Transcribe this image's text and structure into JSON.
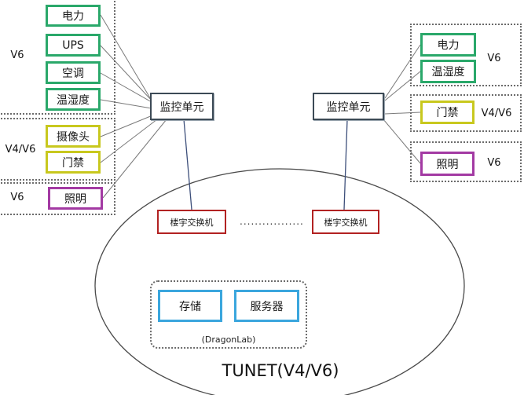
{
  "left_cluster": {
    "power": "电力",
    "ups": "UPS",
    "ac": "空调",
    "temp_humidity": "温湿度",
    "camera": "摄像头",
    "access_control": "门禁",
    "lighting": "照明",
    "group_v6_top": "V6",
    "group_v4v6": "V4/V6",
    "group_v6_bottom": "V6",
    "monitor_unit": "监控单元"
  },
  "right_cluster": {
    "power": "电力",
    "temp_humidity": "温湿度",
    "access_control": "门禁",
    "lighting": "照明",
    "group_v6_top": "V6",
    "group_v4v6": "V4/V6",
    "group_v6_bottom": "V6",
    "monitor_unit": "监控单元"
  },
  "network": {
    "switch_left": "楼宇交换机",
    "switch_right": "楼宇交换机",
    "ellipsis": ".................",
    "storage": "存储",
    "server": "服务器",
    "lab_name": "(DragonLab)",
    "title": "TUNET(V4/V6)"
  },
  "colors": {
    "green": "#2aa86a",
    "yellow": "#c8c81e",
    "purple": "#a33aa3",
    "blue": "#3aa6dd",
    "switch_red": "#b22222",
    "controller": "#3c4a56",
    "line": "#6b6b6b"
  }
}
